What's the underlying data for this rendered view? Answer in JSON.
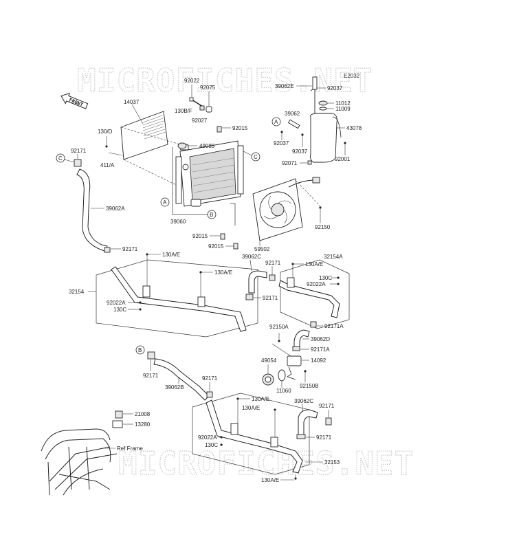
{
  "diagram": {
    "code": "E2032",
    "watermark": "MICROFICHES.NET",
    "front_label": "FRONT",
    "ref_label": "Ref.Frame",
    "callouts": [
      "A",
      "B",
      "C"
    ],
    "labels": {
      "l14037": "14037",
      "l130D": "130/D",
      "l411A": "411/A",
      "l92171_a": "92171",
      "l39062A": "39062A",
      "l92022_top": "92022",
      "l92075": "92075",
      "l130BF": "130B/F",
      "l92027": "92027",
      "l92015_a": "92015",
      "l49085": "49085",
      "l39060": "39060",
      "l92015_b": "92015",
      "l92015_c": "92015",
      "l59502": "59502",
      "l92150": "92150",
      "l39062E": "39062E",
      "l92037_a": "92037",
      "l11012": "11012",
      "l11009": "11009",
      "l39062": "39062",
      "l43078": "43078",
      "l92037_b": "92037",
      "l92037_c": "92037",
      "l92001": "92001",
      "l92071": "92071",
      "l92171_b": "92171",
      "l130AE_a": "130A/E",
      "l130AE_b": "130A/E",
      "l32154": "32154",
      "l92022A_a": "92022A",
      "l130C_a": "130C",
      "l39062C_a": "39062C",
      "l92171_c": "92171",
      "l92171_d": "92171",
      "l130AE_c": "130A/E",
      "l32154A": "32154A",
      "l130C_b": "130C",
      "l92022A_b": "92022A",
      "l92171A_a": "92171A",
      "l92150A": "92150A",
      "l39062D": "39062D",
      "l92171A_b": "92171A",
      "l49054": "49054",
      "l14092": "14092",
      "l11060": "11060",
      "l92150B": "92150B",
      "l92171_e": "92171",
      "l39062B": "39062B",
      "l92171_f": "92171",
      "l130AE_d": "130A/E",
      "l130AE_e": "130A/E",
      "l39062C_b": "39062C",
      "l92171_g": "92171",
      "l92171_h": "92171",
      "l21008": "21008",
      "l13280": "13280",
      "l92022A_c": "92022A",
      "l130C_c": "130C",
      "l32153": "32153",
      "l130AE_f": "130A/E"
    }
  }
}
